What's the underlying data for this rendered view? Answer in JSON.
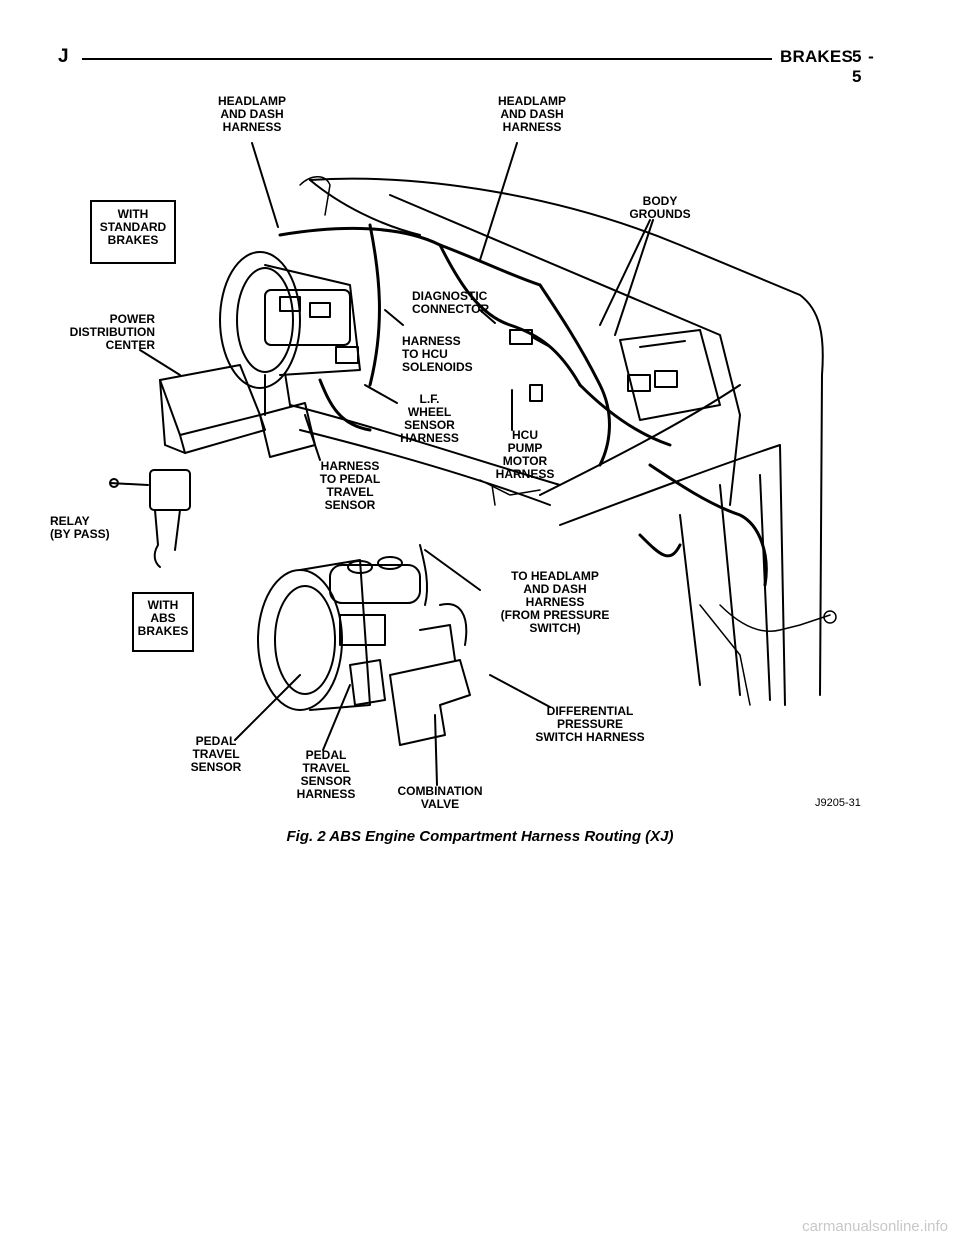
{
  "header": {
    "chapter": "J",
    "section": "BRAKES",
    "page": "5 - 5"
  },
  "figure": {
    "boxes": {
      "standard": "WITH\nSTANDARD\nBRAKES",
      "abs": "WITH\nABS\nBRAKES"
    },
    "labels": {
      "headlamp_left": "HEADLAMP\nAND DASH\nHARNESS",
      "headlamp_right": "HEADLAMP\nAND DASH\nHARNESS",
      "body_grounds": "BODY\nGROUNDS",
      "power_dist": "POWER\nDISTRIBUTION\nCENTER",
      "diagnostic": "DIAGNOSTIC\nCONNECTOR",
      "harness_hcu_sol": "HARNESS\nTO HCU\nSOLENOIDS",
      "lf_wheel": "L.F.\nWHEEL\nSENSOR\nHARNESS",
      "hcu_pump": "HCU\nPUMP\nMOTOR\nHARNESS",
      "harness_pedal": "HARNESS\nTO PEDAL\nTRAVEL\nSENSOR",
      "relay": "RELAY\n(BY PASS)",
      "to_headlamp": "TO HEADLAMP\nAND DASH\nHARNESS\n(FROM PRESSURE\nSWITCH)",
      "diff_pressure": "DIFFERENTIAL\nPRESSURE\nSWITCH HARNESS",
      "pedal_sensor": "PEDAL\nTRAVEL\nSENSOR",
      "pedal_sensor_harness": "PEDAL\nTRAVEL\nSENSOR\nHARNESS",
      "combination": "COMBINATION\nVALVE",
      "figure_code": "J9205-31"
    }
  },
  "caption": "Fig. 2 ABS Engine Compartment Harness Routing (XJ)",
  "footer_url": "carmanualsonline.info"
}
